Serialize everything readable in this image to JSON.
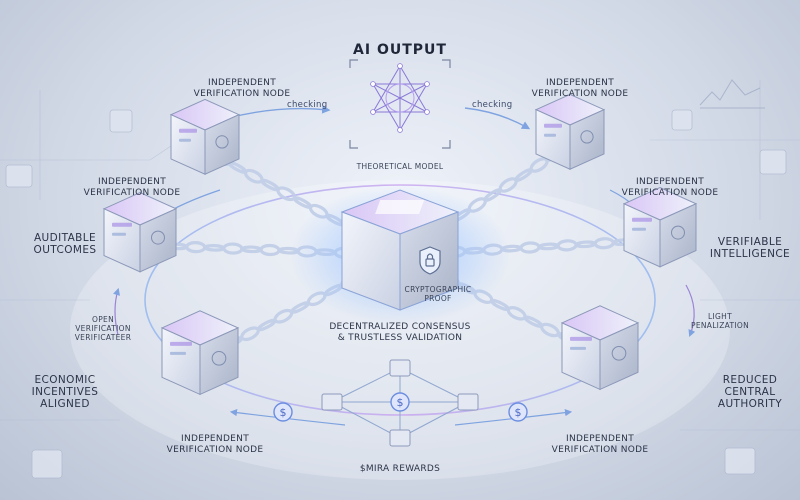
{
  "title": "AI OUTPUT",
  "center_model": "THEORETICAL MODEL",
  "arrows": {
    "checking_left": "checking",
    "checking_right": "checking"
  },
  "nodes": {
    "top_left": [
      "INDEPENDENT",
      "VERIFICATION NODE"
    ],
    "top_right": [
      "INDEPENDENT",
      "VERIFICATION NODE"
    ],
    "mid_left": [
      "INDEPENDENT",
      "VERIFICATION NODE"
    ],
    "mid_right": [
      "INDEPENDENT",
      "VERIFICATION NODE"
    ],
    "bottom_left": [
      "INDEPENDENT",
      "VERIFICATION NODE"
    ],
    "bottom_right": [
      "INDEPENDENT",
      "VERIFICATION NODE"
    ]
  },
  "hub": {
    "proof": [
      "CRYPTOGRAPHIC",
      "PROOF"
    ],
    "consensus": [
      "DECENTRALIZED CONSENSUS",
      "& TRUSTLESS VALIDATION"
    ]
  },
  "side_labels": {
    "auditable": [
      "AUDITABLE",
      "OUTCOMES"
    ],
    "verifiable": [
      "VERIFIABLE",
      "INTELLIGENCE"
    ],
    "open_verification": [
      "OPEN",
      "VERIFICATION",
      "VERIFICATEER"
    ],
    "light_penalization": [
      "LIGHT",
      "PENALIZATION"
    ],
    "economic": [
      "ECONOMIC",
      "INCENTIVES",
      "ALIGNED"
    ],
    "reduced": [
      "REDUCED",
      "CENTRAL",
      "AUTHORITY"
    ]
  },
  "rewards": "$MIRA REWARDS",
  "coin_symbol": "$",
  "colors": {
    "accent_purple": "#b08ce8",
    "accent_blue": "#6fa8ff",
    "node_face": "#e9edf7",
    "chain": "#c9d6ee"
  }
}
